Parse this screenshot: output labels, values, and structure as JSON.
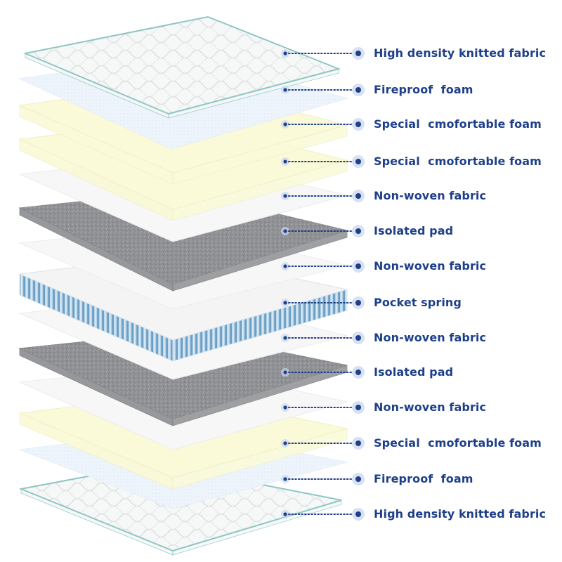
{
  "colors": {
    "label_text": "#1e3f8a",
    "leader_dot": "#1e3f8a",
    "knit_fabric": "#f6f7f7",
    "knit_edge": "#8fc6c4",
    "fireproof_foam": "#eef4fb",
    "comfort_foam": "#fafad8",
    "non_woven": "#f7f7f7",
    "isolated_pad": "#8e9093",
    "pocket_spring": "#6e9fc4"
  },
  "layers": [
    {
      "label": "High density knitted fabric",
      "material": "knit",
      "icon": "quilted-knit-fabric-icon"
    },
    {
      "label": "Fireproof  foam",
      "material": "fireproof",
      "icon": "fireproof-foam-icon"
    },
    {
      "label": "Special  cmofortable foam",
      "material": "comfort",
      "icon": "comfort-foam-icon"
    },
    {
      "label": "Special  cmofortable foam",
      "material": "comfort",
      "icon": "comfort-foam-icon"
    },
    {
      "label": "Non-woven fabric",
      "material": "nonwoven",
      "icon": "non-woven-fabric-icon"
    },
    {
      "label": "Isolated pad",
      "material": "pad",
      "icon": "isolated-pad-icon"
    },
    {
      "label": "Non-woven fabric",
      "material": "nonwoven",
      "icon": "non-woven-fabric-icon"
    },
    {
      "label": "Pocket spring",
      "material": "spring",
      "icon": "pocket-spring-icon"
    },
    {
      "label": "Non-woven fabric",
      "material": "nonwoven",
      "icon": "non-woven-fabric-icon"
    },
    {
      "label": "Isolated pad",
      "material": "pad",
      "icon": "isolated-pad-icon"
    },
    {
      "label": "Non-woven fabric",
      "material": "nonwoven",
      "icon": "non-woven-fabric-icon"
    },
    {
      "label": "Special  cmofortable foam",
      "material": "comfort",
      "icon": "comfort-foam-icon"
    },
    {
      "label": "Fireproof  foam",
      "material": "fireproof",
      "icon": "fireproof-foam-icon"
    },
    {
      "label": "High density knitted fabric",
      "material": "knit",
      "icon": "quilted-knit-fabric-icon"
    }
  ]
}
